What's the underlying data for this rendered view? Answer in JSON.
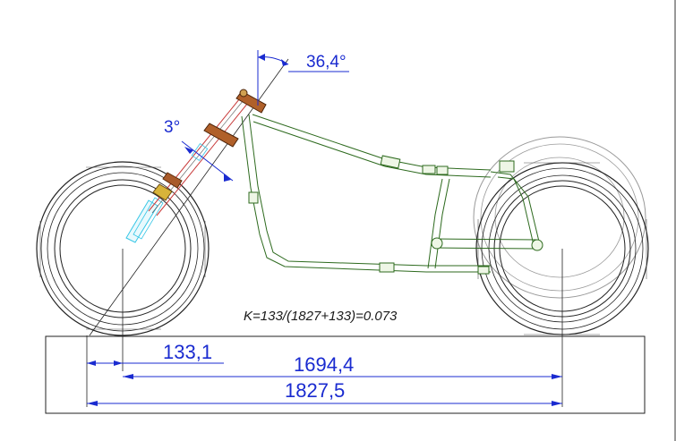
{
  "dimensions": {
    "rake_angle": "36,4°",
    "fork_offset_angle": "3°",
    "trail": "133,1",
    "wheelbase": "1694,4",
    "total_length": "1827,5"
  },
  "formula": "K=133/(1827+133)=0.073",
  "colors": {
    "dimension": "#1a2bd0",
    "frame": "#2d6a1e",
    "tire": "#222222",
    "fork_tube": "#35c6e6",
    "fork_clamp": "#9a4a1a"
  }
}
